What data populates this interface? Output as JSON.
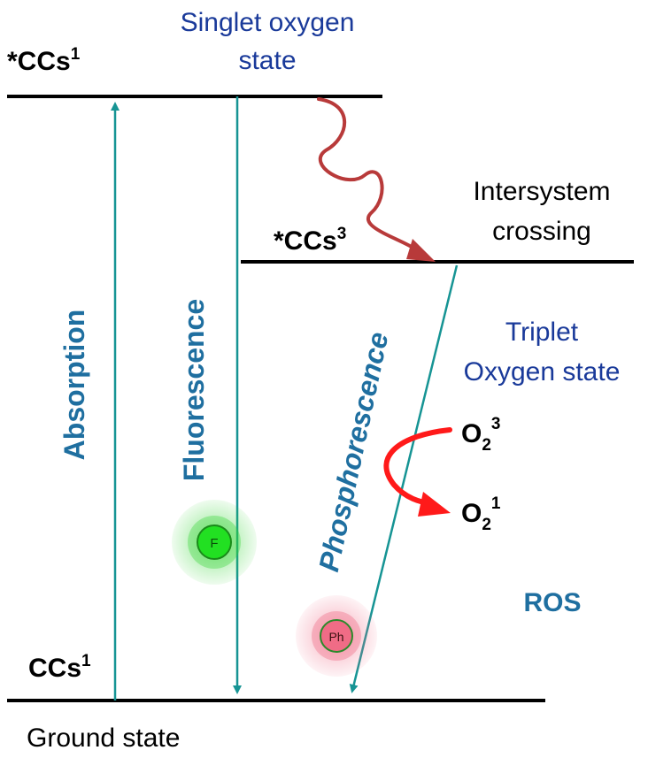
{
  "labels": {
    "singlet_state": "*CCs",
    "singlet_state_sup": "1",
    "singlet_oxygen_line1": "Singlet oxygen",
    "singlet_oxygen_line2": "state",
    "triplet_state": "*CCs",
    "triplet_state_sup": "3",
    "isc_line1": "Intersystem",
    "isc_line2": "crossing",
    "triplet_oxygen_line1": "Triplet",
    "triplet_oxygen_line2": "Oxygen state",
    "absorption": "Absorption",
    "fluorescence": "Fluorescence",
    "phosphorescence": "Phosphorescence",
    "o2_triplet_base": "O",
    "o2_triplet_sub": "2",
    "o2_triplet_sup": "3",
    "o2_singlet_base": "O",
    "o2_singlet_sub": "2",
    "o2_singlet_sup": "1",
    "ros": "ROS",
    "ground_ccs": "CCs",
    "ground_ccs_sup": "1",
    "ground_state": "Ground state",
    "badge_f": "F",
    "badge_ph": "Ph"
  },
  "colors": {
    "level_line": "#000000",
    "transition_arrow": "#169494",
    "blue_text": "#1a3a9a",
    "teal_text": "#1f6fa0",
    "wavy_arrow": "#b83a3a",
    "oxygen_arrow": "#ff1a1a",
    "fluor_glow": "#33d433",
    "phos_glow": "#f0708a"
  }
}
